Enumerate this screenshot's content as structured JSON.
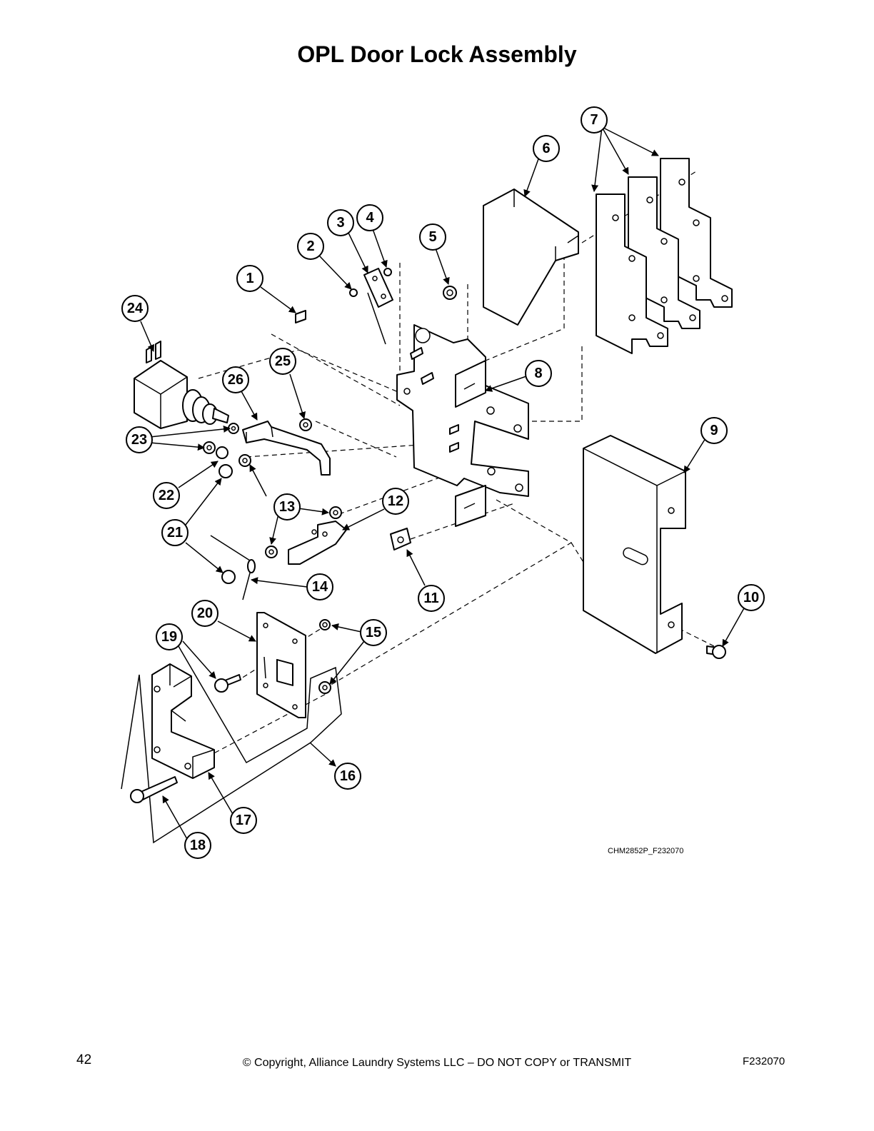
{
  "title": "OPL Door Lock Assembly",
  "drawing_code": "CHM2852P_F232070",
  "footer": {
    "page_number": "42",
    "copyright": "© Copyright, Alliance Laundry Systems LLC – DO NOT COPY or TRANSMIT",
    "doc_code": "F232070"
  },
  "callouts": [
    "1",
    "2",
    "3",
    "4",
    "5",
    "6",
    "7",
    "8",
    "9",
    "10",
    "11",
    "12",
    "13",
    "14",
    "15",
    "16",
    "17",
    "18",
    "19",
    "20",
    "21",
    "22",
    "23",
    "24",
    "25",
    "26"
  ]
}
